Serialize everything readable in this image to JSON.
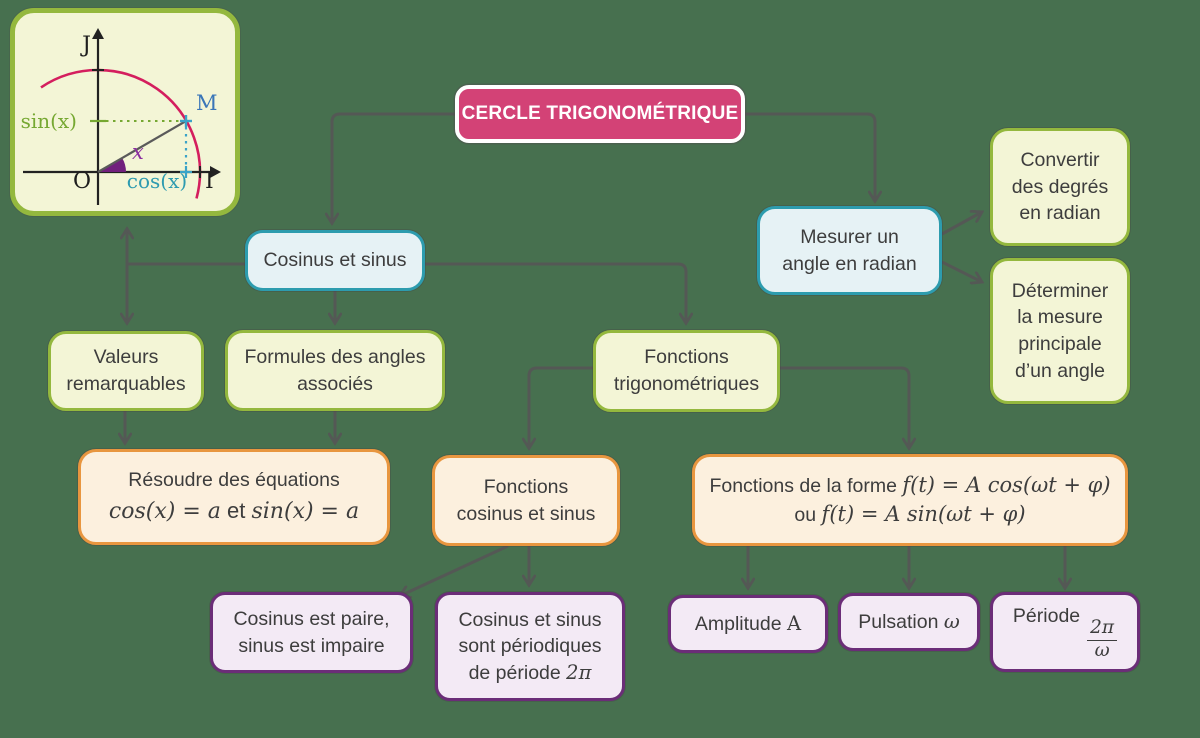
{
  "title": {
    "label": "CERCLE TRIGONOMÉTRIQUE"
  },
  "figure": {
    "labels": {
      "j": "J",
      "o": "O",
      "i": "I",
      "m": "M",
      "sin": "sin(x)",
      "cos": "cos(x)",
      "angle": "x"
    }
  },
  "nodes": {
    "cosinus_sinus": {
      "lines": [
        "Cosinus et sinus"
      ]
    },
    "mesurer": {
      "lines": [
        "Mesurer un",
        "angle en radian"
      ]
    },
    "convertir": {
      "lines": [
        "Convertir",
        "des degrés",
        "en radian"
      ]
    },
    "determiner": {
      "lines": [
        "Déterminer",
        "la mesure",
        "principale",
        "d’un angle"
      ]
    },
    "valeurs": {
      "lines": [
        "Valeurs",
        "remarquables"
      ]
    },
    "formules": {
      "lines": [
        "Formules des angles",
        "associés"
      ]
    },
    "fonctions_trigo": {
      "lines": [
        "Fonctions",
        "trigonométriques"
      ]
    },
    "resoudre": {
      "title": "Résoudre des équations",
      "f1": "cos(x) = a",
      "conj": "et",
      "f2": "sin(x) = a"
    },
    "fonctions_cos_sin": {
      "lines": [
        "Fonctions",
        "cosinus et sinus"
      ]
    },
    "forme": {
      "prefix1": "Fonctions de la forme",
      "formula1": "f(t) = A cos(ωt + φ)",
      "prefix2": "ou",
      "formula2": "f(t) = A sin(ωt + φ)"
    },
    "paire": {
      "lines": [
        "Cosinus est paire,",
        "sinus est impaire"
      ]
    },
    "periodiques": {
      "lines": [
        "Cosinus et sinus",
        "sont périodiques"
      ],
      "l3a": "de période",
      "l3b": "2π"
    },
    "amplitude": {
      "prefix": "Amplitude",
      "symbol": "A"
    },
    "pulsation": {
      "prefix": "Pulsation",
      "symbol": "ω"
    },
    "periode": {
      "prefix": "Période",
      "frac_num": "2π",
      "frac_den": "ω"
    }
  },
  "palette": {
    "background": "#47704f",
    "connector": "#565656",
    "title_fill": "#d34276",
    "green_fill": "#f3f5d6",
    "green_border": "#94b83e",
    "blue_fill": "#e6f2f5",
    "blue_border": "#2d9cae",
    "orange_fill": "#fcf0de",
    "orange_border": "#e8963f",
    "purple_fill": "#f3eaf5",
    "purple_border": "#6b2d78",
    "text": "#3d3d3d",
    "circle_arc": "#d41e5e",
    "sin_green": "#76a832",
    "cos_blue": "#2e9bb0",
    "point_blue": "#3aa3c8",
    "angle_purple": "#71207d"
  }
}
